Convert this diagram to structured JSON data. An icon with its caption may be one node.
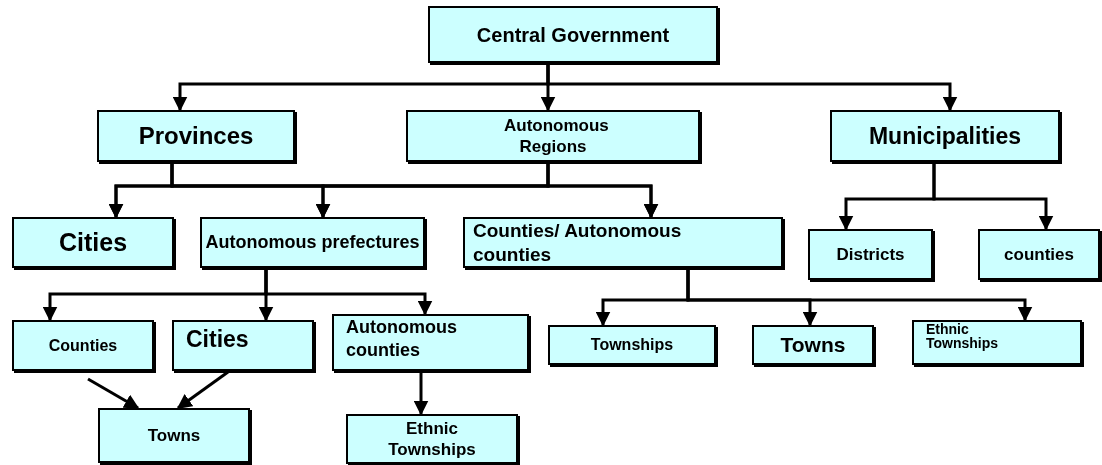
{
  "diagram": {
    "nodes": [
      {
        "text": [
          "Central Government"
        ]
      },
      {
        "text": [
          "Provinces"
        ]
      },
      {
        "text": [
          "Autonomous Regions"
        ]
      },
      {
        "text": [
          "Municipalities"
        ]
      },
      {
        "text": [
          "Cities"
        ]
      },
      {
        "text": [
          "Autonomous prefectures"
        ]
      },
      {
        "text": [
          "Counties/ Autonomous counties"
        ]
      },
      {
        "text": [
          "Districts"
        ]
      },
      {
        "text": [
          "counties"
        ]
      },
      {
        "text": [
          "Counties"
        ]
      },
      {
        "text": [
          "Cities"
        ]
      },
      {
        "text": [
          "Autonomous counties"
        ]
      },
      {
        "text": [
          "Townships"
        ]
      },
      {
        "text": [
          "Towns"
        ]
      },
      {
        "text": [
          "Ethnic Townships"
        ]
      },
      {
        "text": [
          "Towns"
        ]
      },
      {
        "text": [
          "Ethnic Townships"
        ]
      }
    ],
    "edges": [
      {
        "from": 0,
        "to": 1,
        "arrow": "to"
      },
      {
        "from": 0,
        "to": 2,
        "arrow": "to"
      },
      {
        "from": 0,
        "to": 3,
        "arrow": "to"
      },
      {
        "from": 1,
        "to": 4,
        "arrow": "to"
      },
      {
        "from": 1,
        "to": 5,
        "arrow": "to"
      },
      {
        "from": 1,
        "to": 6,
        "arrow": "to"
      },
      {
        "from": 2,
        "to": 4,
        "arrow": "to"
      },
      {
        "from": 2,
        "to": 5,
        "arrow": "to"
      },
      {
        "from": 2,
        "to": 6,
        "arrow": "to"
      },
      {
        "from": 3,
        "to": 7,
        "arrow": "to"
      },
      {
        "from": 3,
        "to": 8,
        "arrow": "to"
      },
      {
        "from": 5,
        "to": 9,
        "arrow": "to"
      },
      {
        "from": 5,
        "to": 10,
        "arrow": "to"
      },
      {
        "from": 5,
        "to": 11,
        "arrow": "to"
      },
      {
        "from": 6,
        "to": 12,
        "arrow": "to"
      },
      {
        "from": 6,
        "to": 13,
        "arrow": "to"
      },
      {
        "from": 6,
        "to": 14,
        "arrow": "to"
      },
      {
        "from": 9,
        "to": 15,
        "arrow": "to"
      },
      {
        "from": 10,
        "to": 15,
        "arrow": "to"
      },
      {
        "from": 11,
        "to": 16,
        "arrow": "to"
      }
    ]
  }
}
